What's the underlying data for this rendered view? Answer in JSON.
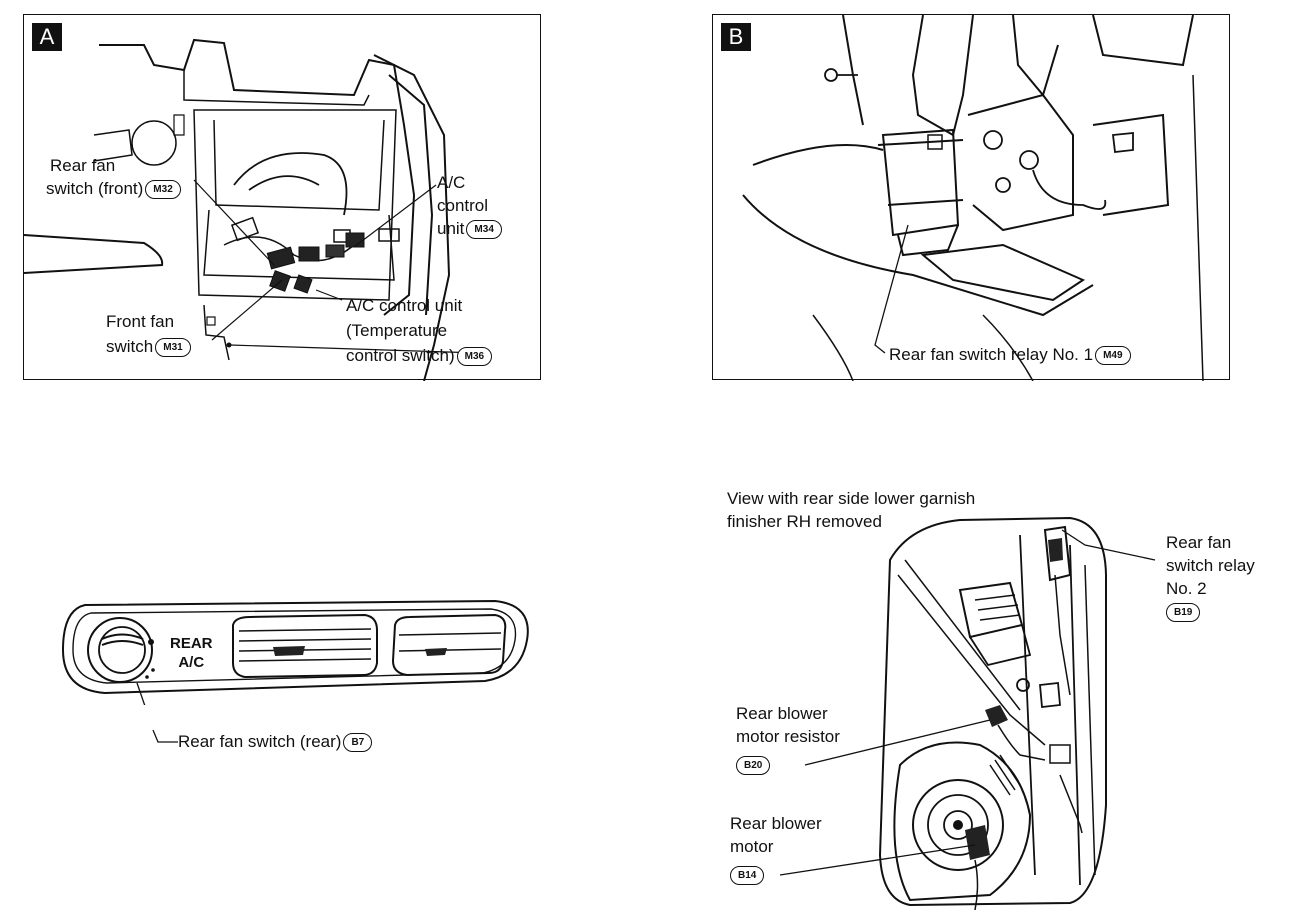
{
  "panel_a": {
    "tag": "A",
    "rear_fan_front": {
      "line1": "Rear fan",
      "line2": "switch (front)",
      "code": "M32"
    },
    "ac_control_unit": {
      "line1": "A/C",
      "line2": "control",
      "line3": "unit",
      "code": "M34"
    },
    "ac_control_temp": {
      "line1": "A/C control unit",
      "line2": "(Temperature",
      "line3": "control switch)",
      "code": "M36"
    },
    "front_fan": {
      "line1": "Front fan",
      "line2": "switch",
      "code": "M31"
    }
  },
  "panel_b": {
    "tag": "B",
    "relay1": {
      "text": "Rear fan switch relay No. 1",
      "code": "M49"
    }
  },
  "rear_panel": {
    "panel_text": {
      "line1": "REAR",
      "line2": "A/C"
    },
    "rear_fan_rear": {
      "text": "Rear fan switch (rear)",
      "code": "B7"
    }
  },
  "side_view": {
    "caption": {
      "line1": "View with rear side lower garnish",
      "line2": "finisher RH removed"
    },
    "relay2": {
      "line1": "Rear fan",
      "line2": "switch relay",
      "line3": "No. 2",
      "code": "B19"
    },
    "resistor": {
      "line1": "Rear blower",
      "line2": "motor resistor",
      "code": "B20"
    },
    "motor": {
      "line1": "Rear blower",
      "line2": "motor",
      "code": "B14"
    }
  }
}
